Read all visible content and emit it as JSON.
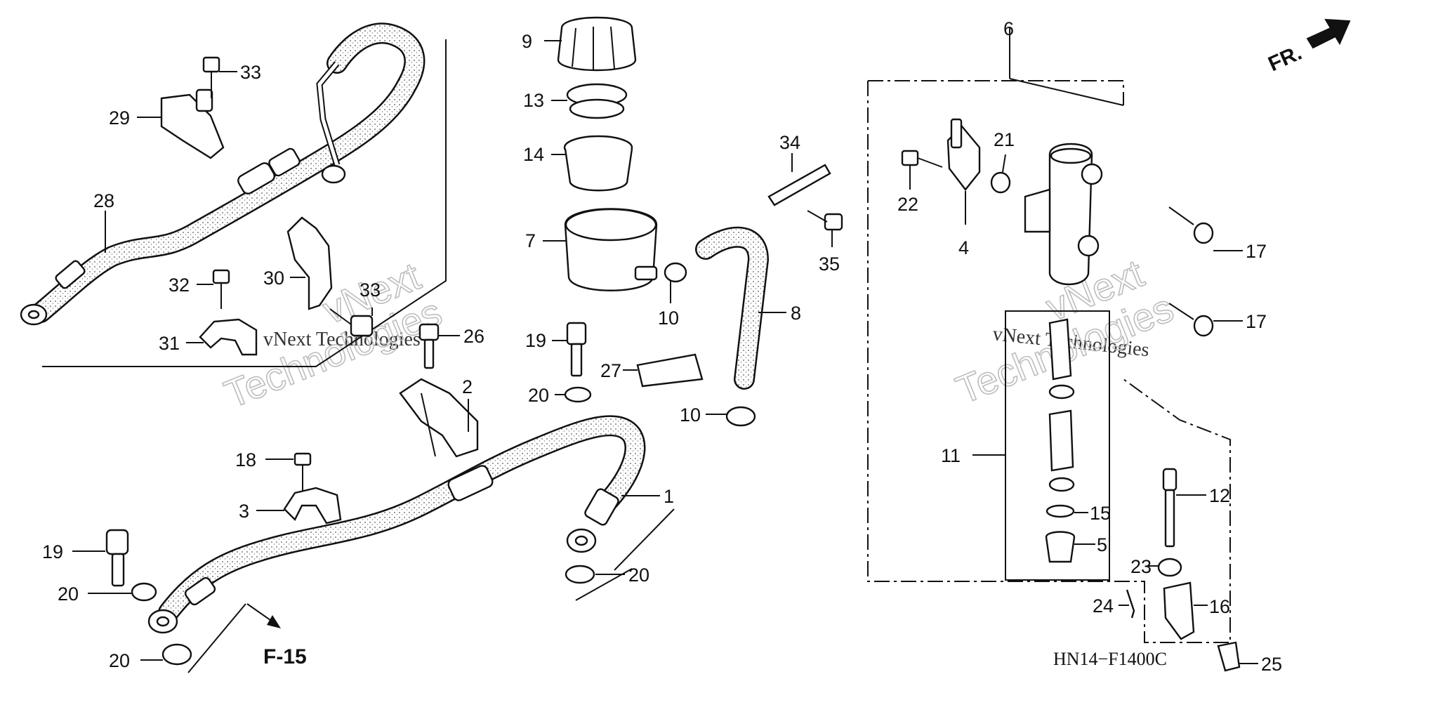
{
  "diagram": {
    "code": "HN14−F1400C",
    "ref_label": "F-15",
    "direction_label": "FR.",
    "watermark_lines": [
      "vNext Technologies",
      "vNext",
      "Technologies"
    ],
    "callouts": {
      "c1": "1",
      "c2": "2",
      "c3": "3",
      "c4": "4",
      "c5": "5",
      "c6": "6",
      "c7": "7",
      "c8": "8",
      "c9": "9",
      "c10a": "10",
      "c10b": "10",
      "c11": "11",
      "c12": "12",
      "c13": "13",
      "c14": "14",
      "c15": "15",
      "c16": "16",
      "c17a": "17",
      "c17b": "17",
      "c18": "18",
      "c19a": "19",
      "c19b": "19",
      "c20a": "20",
      "c20b": "20",
      "c20c": "20",
      "c20d": "20",
      "c21": "21",
      "c22": "22",
      "c23": "23",
      "c24": "24",
      "c25": "25",
      "c26": "26",
      "c27": "27",
      "c28": "28",
      "c29": "29",
      "c30": "30",
      "c31": "31",
      "c32": "32",
      "c33a": "33",
      "c33b": "33",
      "c34": "34",
      "c35": "35"
    }
  }
}
